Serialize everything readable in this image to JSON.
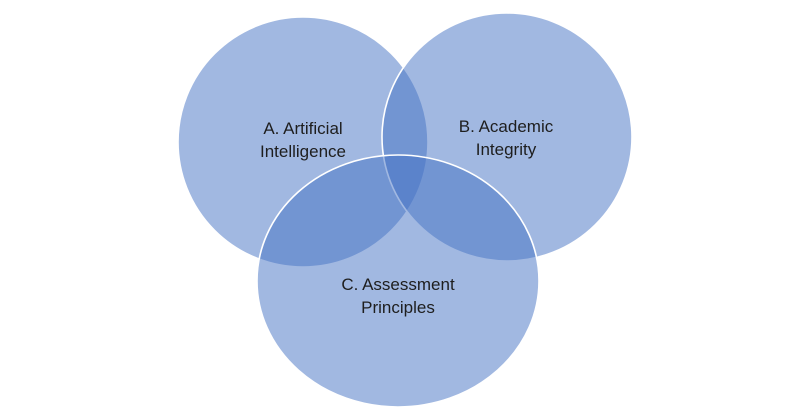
{
  "diagram": {
    "type": "venn",
    "fill_color": "#4472C4",
    "sets": [
      {
        "id": "A",
        "line1": "A. Artificial",
        "line2": "Intelligence"
      },
      {
        "id": "B",
        "line1": "B. Academic",
        "line2": "Integrity"
      },
      {
        "id": "C",
        "line1": "C. Assessment",
        "line2": "Principles"
      }
    ]
  }
}
